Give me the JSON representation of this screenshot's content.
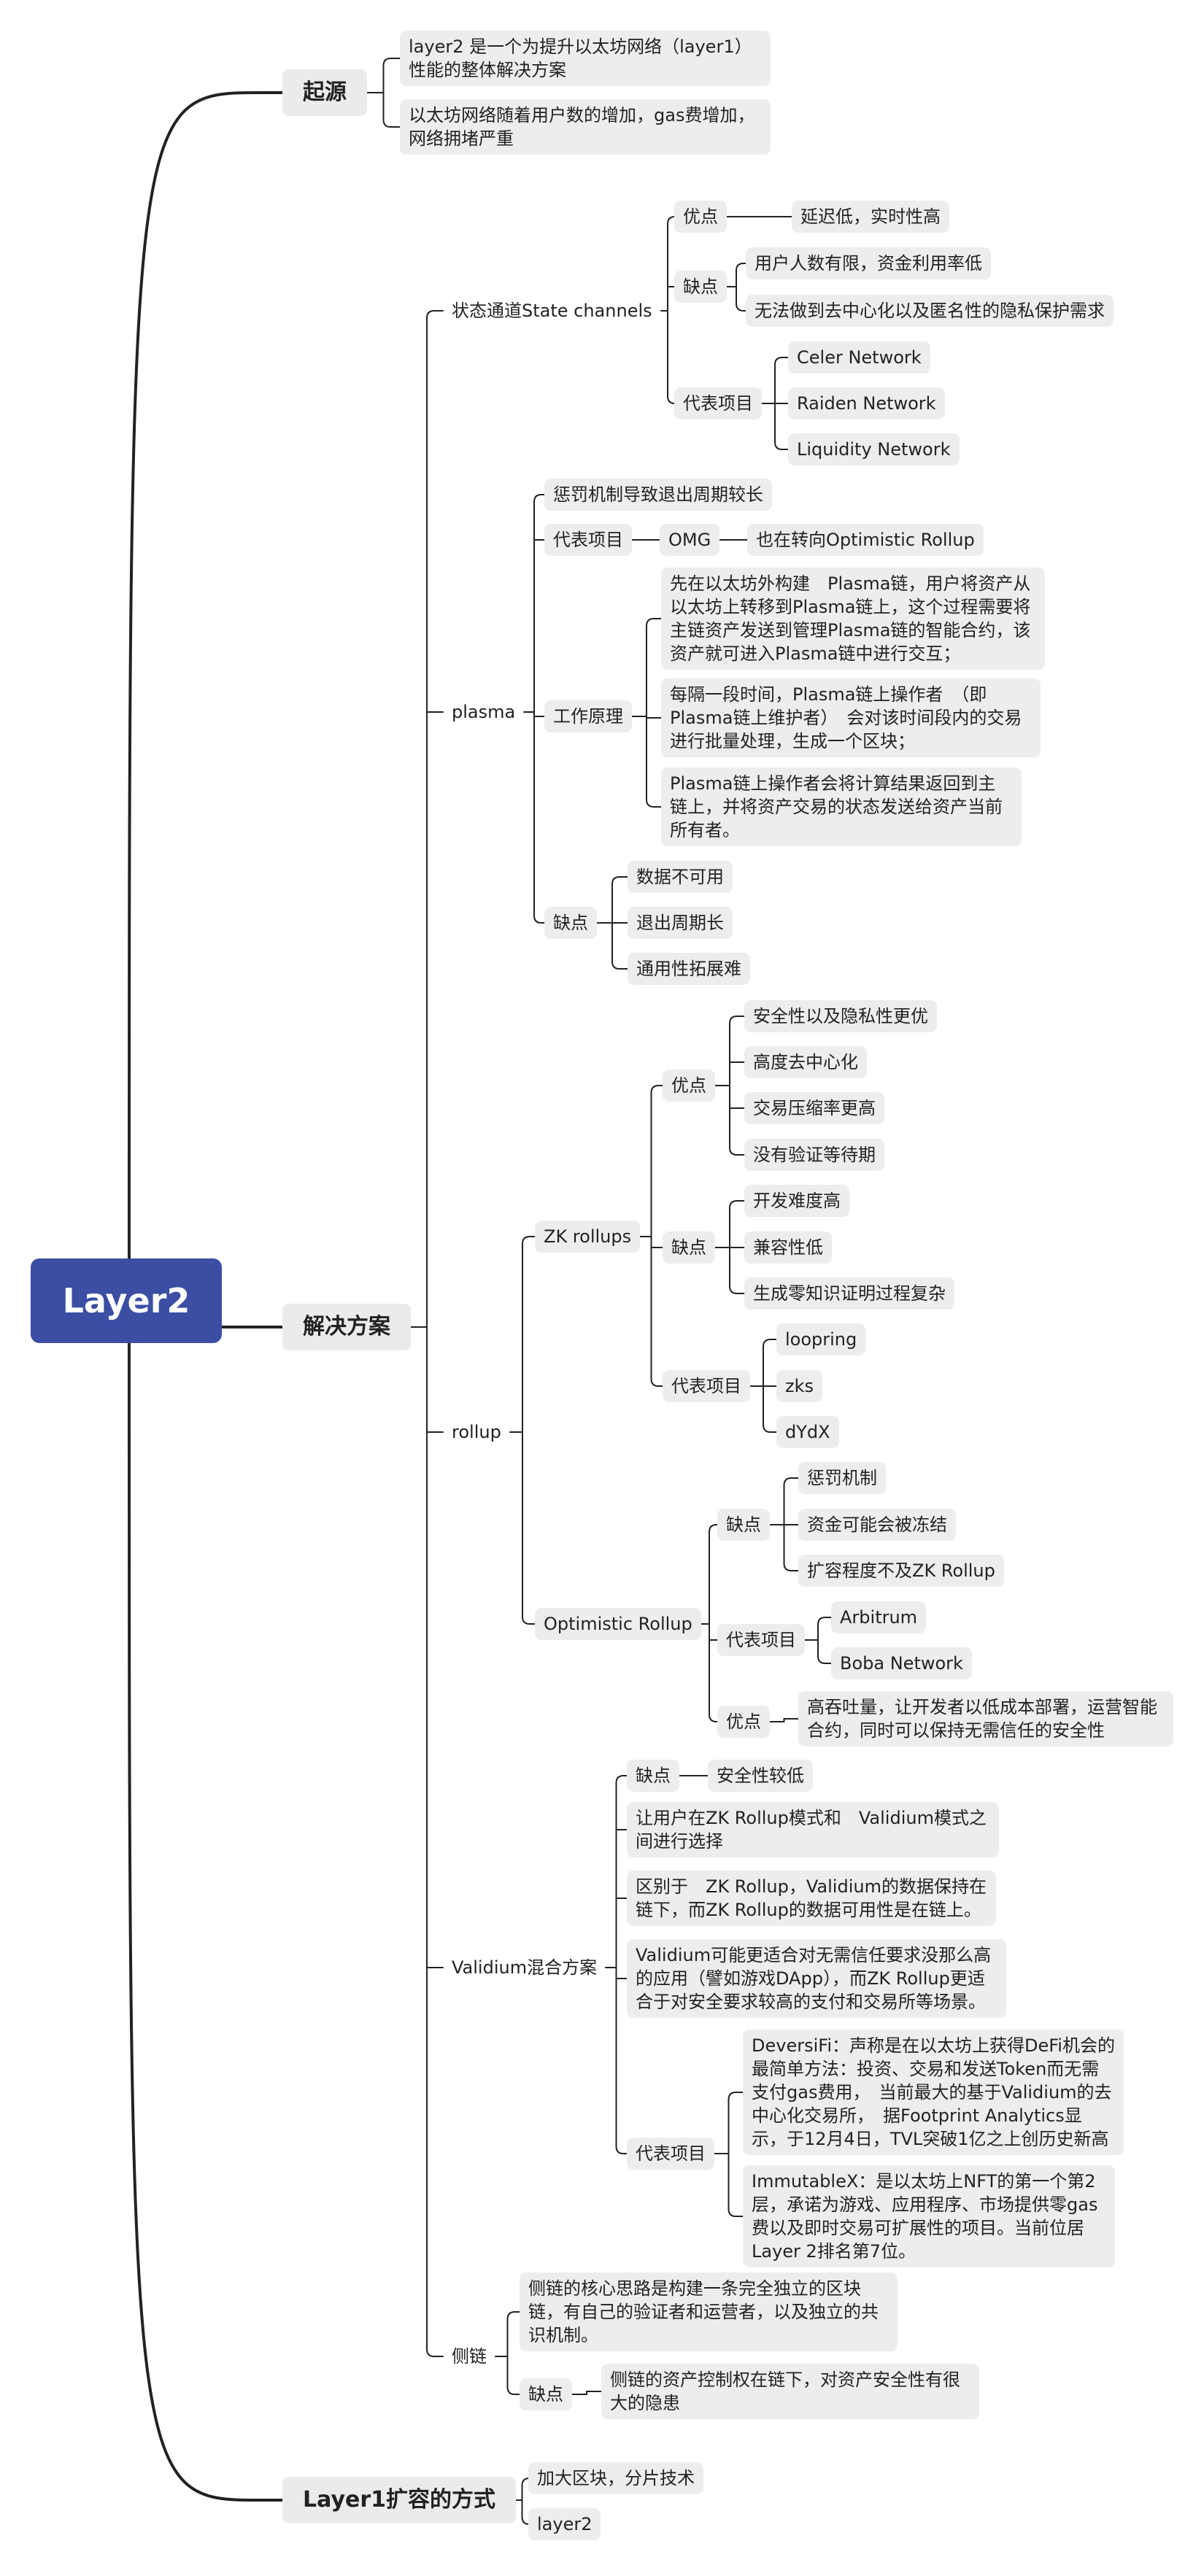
{
  "root": "Layer2",
  "origin": {
    "title": "起源",
    "items": [
      "layer2 是一个为提升以太坊网络（layer1）性能的整体解决方案",
      "以太坊网络随着用户数的增加，gas费增加，网络拥堵严重"
    ]
  },
  "solutions": {
    "title": "解决方案",
    "state_channels": {
      "title": "状态通道State channels",
      "pros_label": "优点",
      "pros": [
        "延迟低，实时性高"
      ],
      "cons_label": "缺点",
      "cons": [
        "用户人数有限，资金利用率低",
        "无法做到去中心化以及匿名性的隐私保护需求"
      ],
      "projects_label": "代表项目",
      "projects": [
        "Celer Network",
        "Raiden Network",
        "Liquidity Network"
      ]
    },
    "plasma": {
      "title": "plasma",
      "penalty": "惩罚机制导致退出周期较长",
      "projects_label": "代表项目",
      "project": "OMG",
      "project_note": "也在转向Optimistic Rollup",
      "principle_label": "工作原理",
      "principles": [
        "先在以太坊外构建　Plasma链，用户将资产从以太坊上转移到Plasma链上，这个过程需要将主链资产发送到管理Plasma链的智能合约，该资产就可进入Plasma链中进行交互；",
        "每隔一段时间，Plasma链上操作者　（即Plasma链上维护者）　会对该时间段内的交易进行批量处理，生成一个区块；",
        "Plasma链上操作者会将计算结果返回到主链上，并将资产交易的状态发送给资产当前所有者。"
      ],
      "cons_label": "缺点",
      "cons": [
        "数据不可用",
        "退出周期长",
        "通用性拓展难"
      ]
    },
    "rollup": {
      "title": "rollup",
      "zk": {
        "title": "ZK rollups",
        "pros_label": "优点",
        "pros": [
          "安全性以及隐私性更优",
          "高度去中心化",
          "交易压缩率更高",
          "没有验证等待期"
        ],
        "cons_label": "缺点",
        "cons": [
          "开发难度高",
          "兼容性低",
          "生成零知识证明过程复杂"
        ],
        "projects_label": "代表项目",
        "projects": [
          "loopring",
          "zks",
          "dYdX"
        ]
      },
      "optimistic": {
        "title": "Optimistic Rollup",
        "cons_label": "缺点",
        "cons": [
          "惩罚机制",
          "资金可能会被冻结",
          "扩容程度不及ZK Rollup"
        ],
        "projects_label": "代表项目",
        "projects": [
          "Arbitrum",
          "Boba Network"
        ],
        "pros_label": "优点",
        "pros": [
          "高吞吐量，让开发者以低成本部署，运营智能合约，同时可以保持无需信任的安全性"
        ]
      }
    },
    "validium": {
      "title": "Validium混合方案",
      "cons_label": "缺点",
      "cons": [
        "安全性较低"
      ],
      "notes": [
        "让用户在ZK Rollup模式和　Validium模式之间进行选择",
        "区别于　ZK Rollup，Validium的数据保持在链下，而ZK Rollup的数据可用性是在链上。",
        "Validium可能更适合对无需信任要求没那么高的应用（譬如游戏DApp），而ZK Rollup更适合于对安全要求较高的支付和交易所等场景。"
      ],
      "projects_label": "代表项目",
      "projects": [
        "DeversiFi：声称是在以太坊上获得DeFi机会的最简单方法：投资、交易和发送Token而无需支付gas费用，　当前最大的基于Validium的去中心化交易所，　据Footprint Analytics显示，于12月4日，TVL突破1亿之上创历史新高",
        "ImmutableX：是以太坊上NFT的第一个第2层，承诺为游戏、应用程序、市场提供零gas费以及即时交易可扩展性的项目。当前位居Layer 2排名第7位。"
      ]
    },
    "sidechain": {
      "title": "侧链",
      "desc": "侧链的核心思路是构建一条完全独立的区块链，有自己的验证者和运营者，以及独立的共识机制。",
      "cons_label": "缺点",
      "cons": [
        "侧链的资产控制权在链下，对资产安全性有很大的隐患"
      ]
    }
  },
  "layer1": {
    "title": "Layer1扩容的方式",
    "items": [
      "加大区块，分片技术",
      "layer2"
    ]
  }
}
